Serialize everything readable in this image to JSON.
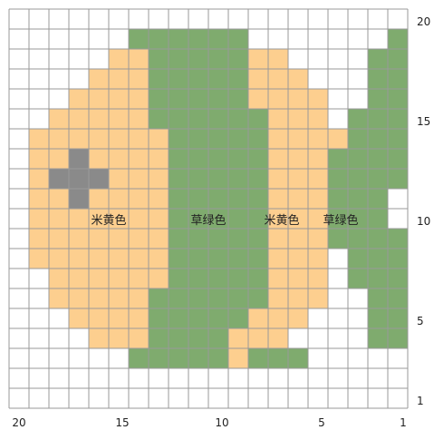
{
  "chart_data": {
    "type": "heatmap",
    "grid": {
      "columns": 20,
      "rows": 20
    },
    "colors": {
      "empty": "#ffffff",
      "beige": "#fdcf8f",
      "green": "#7fab6e",
      "gray": "#8a8a8a",
      "gridline": "#9a9a9a",
      "text": "#222222"
    },
    "row_labels": [
      "20",
      "15",
      "10",
      "5",
      "1"
    ],
    "column_labels": [
      "20",
      "15",
      "10",
      "5",
      "1"
    ],
    "annotations": [
      "米黄色",
      "草绿色",
      "米黄色",
      "草绿色"
    ],
    "rows": [
      "....................",
      "......GGGGGG.......G",
      ".....BBGGGGGBB....GG",
      "....BBBGGGGGBBB...GG",
      "...BBBBGGGGGBBBB..GG",
      "..BBBBBGGGGGGBBB.GGG",
      ".BBBBBBBGGGGGBBBBGGG",
      ".BBKBBBBGGGGGBBBGGGG",
      ".BKKKBBBGGGGGBBBGGGG",
      ".BBKBBBBGGGGGBBBGGG.",
      ".BBBBBBBGGGGGBBBGGG.",
      ".BBBBBBBGGGGGBBBGGGG",
      ".BBBBBBBGGGGGBBB.GGG",
      "..BBBBBBGGGGGBBB.GGG",
      "..BBBBBGGGGGGBBB..GG",
      "...BBBBGGGGGBBB...GG",
      "....BBBGGGGBBB....GG",
      "......GGGGGBGGG.....",
      "....................",
      "...................."
    ]
  }
}
